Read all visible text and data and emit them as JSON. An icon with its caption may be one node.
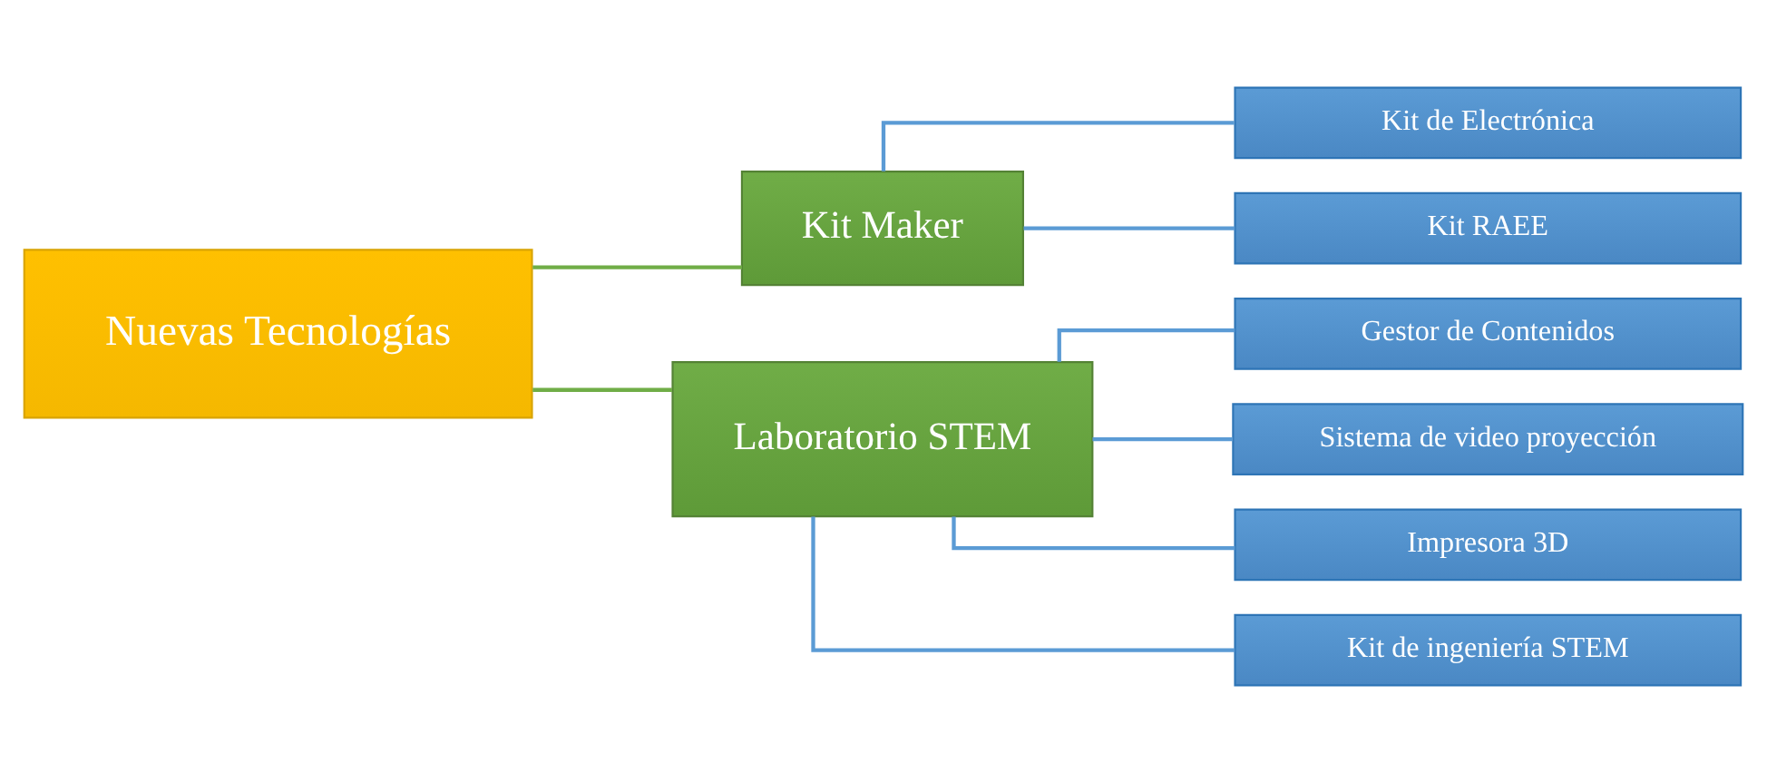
{
  "diagram": {
    "nodes": [
      {
        "text": [
          "Nuevas Tecnologías"
        ]
      },
      {
        "text": [
          "Kit Maker"
        ]
      },
      {
        "text": [
          "Laboratorio STEM"
        ]
      },
      {
        "text": [
          "Kit de Electrónica"
        ]
      },
      {
        "text": [
          "Kit RAEE"
        ]
      },
      {
        "text": [
          "Gestor de Contenidos"
        ]
      },
      {
        "text": [
          "Sistema de video proyección"
        ]
      },
      {
        "text": [
          "Impresora 3D"
        ]
      },
      {
        "text": [
          "Kit de ingeniería STEM"
        ]
      }
    ],
    "edges": [
      {
        "from": 0,
        "to": 1,
        "arrow": "none",
        "color": "#70ad47"
      },
      {
        "from": 0,
        "to": 2,
        "arrow": "none",
        "color": "#70ad47"
      },
      {
        "from": 1,
        "to": 3,
        "arrow": "none"
      },
      {
        "from": 1,
        "to": 4,
        "arrow": "none"
      },
      {
        "from": 2,
        "to": 5,
        "arrow": "none"
      },
      {
        "from": 2,
        "to": 6,
        "arrow": "none"
      },
      {
        "from": 2,
        "to": 7,
        "arrow": "none"
      },
      {
        "from": 2,
        "to": 8,
        "arrow": "none"
      }
    ]
  }
}
